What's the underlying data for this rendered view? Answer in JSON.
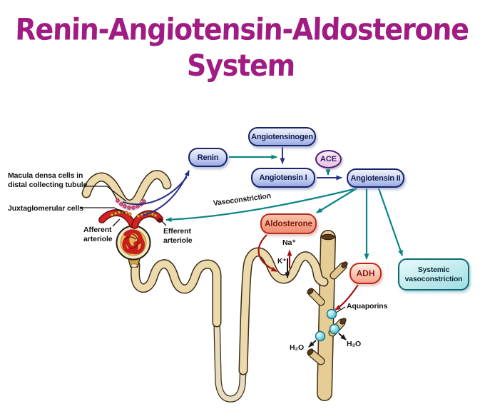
{
  "title": {
    "full_text": "Renin-Angiotensin-Aldosterone System",
    "lines": [
      "Renin-Angiotensin-Aldosterone",
      "System"
    ]
  },
  "flowchart": {
    "angiotensinogen": "Angiotensinogen",
    "renin": "Renin",
    "ace": "ACE",
    "angiotensin_i": "Angiotensin I",
    "angiotensin_ii": "Angiotensin II",
    "aldosterone": "Aldosterone",
    "adh": "ADH",
    "systemic_vasoconstriction": [
      "Systemic",
      "vasoconstriction"
    ]
  },
  "anatomy_labels": {
    "macula_densa": [
      "Macula densa cells in",
      "distal collecting tubule"
    ],
    "juxtaglomerular": "Juxtaglomerular cells",
    "afferent": [
      "Afferent",
      "arteriole"
    ],
    "efferent": [
      "Efferent",
      "arteriole"
    ],
    "vasoconstriction": "Vasoconstriction",
    "sodium": "Na⁺",
    "potassium": "K⁺",
    "aquaporins": "Aquaporins",
    "water_left": "H₂O",
    "water_right": "H₂O"
  },
  "colors": {
    "background": "#ffffff",
    "title_magenta": "#a01c82",
    "arrow_teal": "#0e8585",
    "arrow_navy": "#2a2f8a",
    "arrow_dark_red": "#a31515",
    "arrow_black": "#1a1a1a",
    "box_blue_border": "#16246a",
    "box_blue_fill_top": "#eef1fb",
    "box_blue_fill_bottom": "#9aaae6",
    "ace_border": "#4a2070",
    "ace_fill": "#e9c4e6",
    "aldosterone_border": "#b82a20",
    "aldosterone_fill_top": "#f8c4a8",
    "aldosterone_fill_bottom": "#ef8d72",
    "adh_fill_top": "#fdeee4",
    "adh_fill_bottom": "#f6a58a",
    "systemic_border": "#0e6a74",
    "systemic_fill_top": "#e8fafa",
    "systemic_fill_bottom": "#9fdde4",
    "tubule_tan": "#ecd9ac",
    "collecting_duct_tan": "#e6cd96",
    "arteriole_red": "#d42222",
    "glomerulus_red": "#c81e1e",
    "macula_pink": "#df5b87",
    "juxtaglomerular_orange": "#eca23f",
    "aquaporin_cyan": "#5fc8d8"
  }
}
